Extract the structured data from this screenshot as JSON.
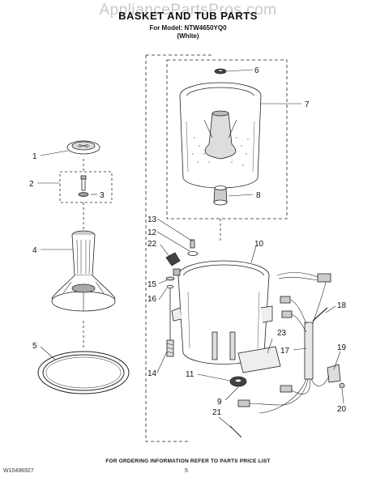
{
  "header": {
    "watermark": "AppliancePartsPros.com",
    "title": "BASKET AND TUB PARTS",
    "model_line": "For Model: NTW4650YQ0",
    "color_line": "(White)"
  },
  "callouts": [
    {
      "id": "1",
      "label": "1"
    },
    {
      "id": "2",
      "label": "2"
    },
    {
      "id": "3",
      "label": "3"
    },
    {
      "id": "4",
      "label": "4"
    },
    {
      "id": "5",
      "label": "5"
    },
    {
      "id": "6",
      "label": "6"
    },
    {
      "id": "7",
      "label": "7"
    },
    {
      "id": "8",
      "label": "8"
    },
    {
      "id": "9",
      "label": "9"
    },
    {
      "id": "10",
      "label": "10"
    },
    {
      "id": "11",
      "label": "11"
    },
    {
      "id": "12",
      "label": "12"
    },
    {
      "id": "13",
      "label": "13"
    },
    {
      "id": "14",
      "label": "14"
    },
    {
      "id": "15",
      "label": "15"
    },
    {
      "id": "16",
      "label": "16"
    },
    {
      "id": "17",
      "label": "17"
    },
    {
      "id": "18",
      "label": "18"
    },
    {
      "id": "19",
      "label": "19"
    },
    {
      "id": "20",
      "label": "20"
    },
    {
      "id": "21",
      "label": "21"
    },
    {
      "id": "22",
      "label": "22"
    },
    {
      "id": "23",
      "label": "23"
    }
  ],
  "footer": {
    "note": "FOR ORDERING INFORMATION REFER TO PARTS PRICE LIST",
    "doc_number": "W10496927",
    "page_number": "5"
  }
}
